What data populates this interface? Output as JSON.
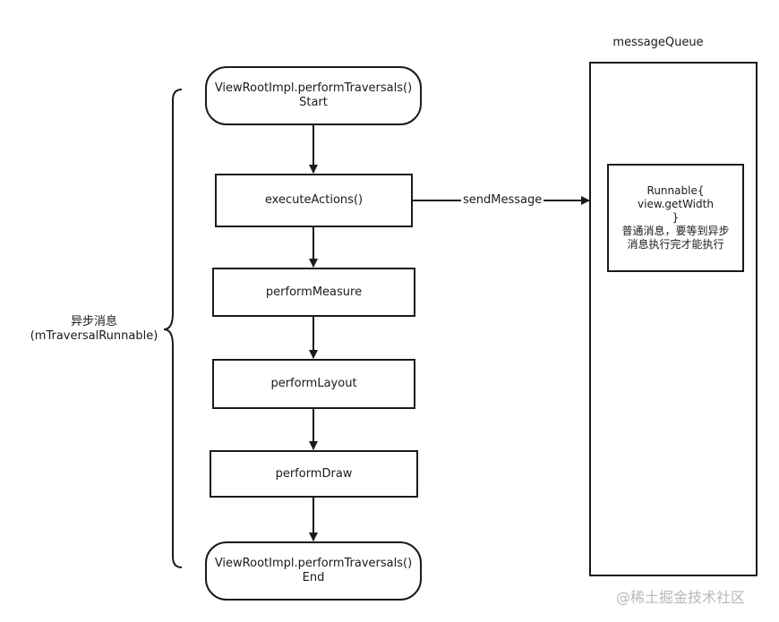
{
  "title": "messageQueue",
  "brace_label": {
    "line1": "异步消息",
    "line2": "(mTraversalRunnable)"
  },
  "nodes": {
    "start": {
      "line1": "ViewRootImpl.performTraversals()",
      "line2": "Start"
    },
    "execute_actions": {
      "label": "executeActions()"
    },
    "perform_measure": {
      "label": "performMeasure"
    },
    "perform_layout": {
      "label": "performLayout"
    },
    "perform_draw": {
      "label": "performDraw"
    },
    "end": {
      "line1": "ViewRootImpl.performTraversals()",
      "line2": "End"
    }
  },
  "edges": {
    "send_message": "sendMessage"
  },
  "runnable": {
    "line1": "Runnable{",
    "line2": "view.getWidth",
    "line3": "}",
    "line4": "普通消息，要等到异步",
    "line5": "消息执行完才能执行"
  },
  "watermark": "@稀土掘金技术社区"
}
